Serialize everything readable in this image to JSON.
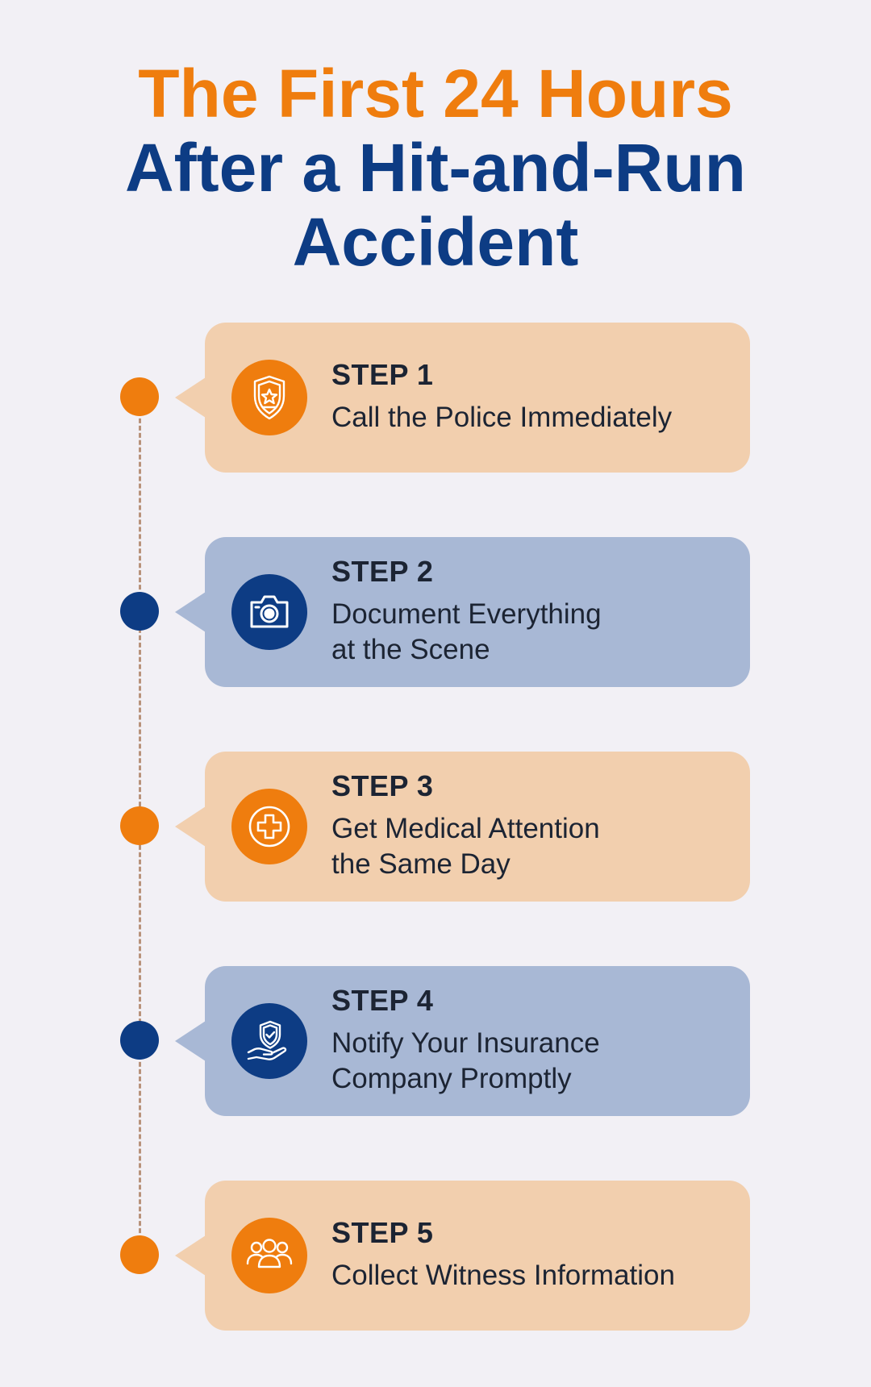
{
  "title": {
    "line1": "The First 24 Hours",
    "line2": "After a Hit-and-Run",
    "line3": "Accident"
  },
  "colors": {
    "orange": "#ef7d0e",
    "navy": "#0d3c84",
    "orange_card": "#f2cfae",
    "blue_card": "#a8b8d5",
    "background": "#f2f0f5",
    "dash_line": "#b8927a"
  },
  "steps": [
    {
      "label": "STEP 1",
      "desc_line1": "Call the Police Immediately",
      "desc_line2": "",
      "icon": "police-badge-icon",
      "theme": "orange"
    },
    {
      "label": "STEP 2",
      "desc_line1": "Document Everything",
      "desc_line2": "at the Scene",
      "icon": "camera-icon",
      "theme": "blue"
    },
    {
      "label": "STEP 3",
      "desc_line1": "Get Medical Attention",
      "desc_line2": "the Same Day",
      "icon": "medical-cross-icon",
      "theme": "orange"
    },
    {
      "label": "STEP 4",
      "desc_line1": "Notify Your Insurance",
      "desc_line2": "Company Promptly",
      "icon": "insurance-shield-hand-icon",
      "theme": "blue"
    },
    {
      "label": "STEP 5",
      "desc_line1": "Collect Witness Information",
      "desc_line2": "",
      "icon": "witness-group-icon",
      "theme": "orange"
    }
  ]
}
